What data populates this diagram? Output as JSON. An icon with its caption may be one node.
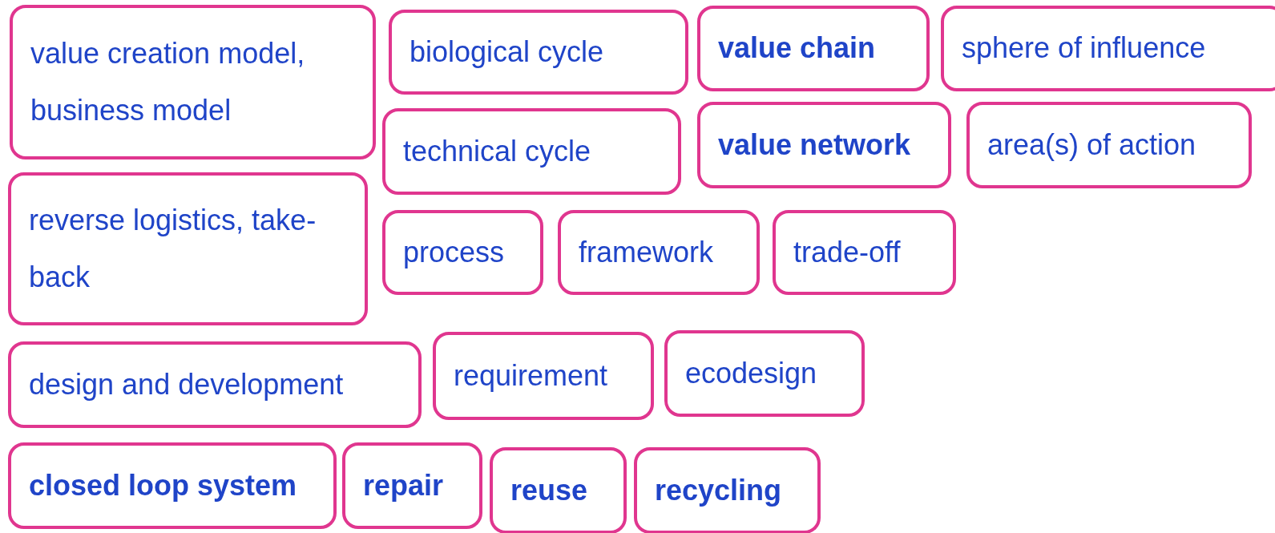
{
  "diagram": {
    "nodes": [
      {
        "text": [
          "value creation model, business model"
        ]
      },
      {
        "text": [
          "biological cycle"
        ]
      },
      {
        "text": [
          "value chain"
        ]
      },
      {
        "text": [
          "sphere of influence"
        ]
      },
      {
        "text": [
          "technical cycle"
        ]
      },
      {
        "text": [
          "value network"
        ]
      },
      {
        "text": [
          "area(s) of action"
        ]
      },
      {
        "text": [
          "reverse logistics, take-back"
        ]
      },
      {
        "text": [
          "process"
        ]
      },
      {
        "text": [
          "framework"
        ]
      },
      {
        "text": [
          "trade-off"
        ]
      },
      {
        "text": [
          "design and development"
        ]
      },
      {
        "text": [
          "requirement"
        ]
      },
      {
        "text": [
          "ecodesign"
        ]
      },
      {
        "text": [
          "closed loop system"
        ]
      },
      {
        "text": [
          "repair"
        ]
      },
      {
        "text": [
          "reuse"
        ]
      },
      {
        "text": [
          "recycling"
        ]
      }
    ]
  }
}
